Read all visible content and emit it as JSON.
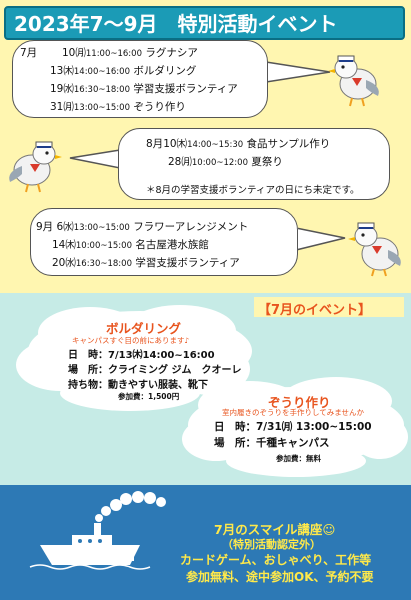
{
  "header": {
    "title": "2023年7～9月　特別活動イベント"
  },
  "july_schedule": {
    "month": "7月",
    "items": [
      {
        "date": "10㈪",
        "time": "11:00~16:00",
        "event": "ラグナシア"
      },
      {
        "date": "13㈭",
        "time": "14:00~16:00",
        "event": "ボルダリング"
      },
      {
        "date": "19㈬",
        "time": "16:30~18:00",
        "event": "学習支援ボランティア"
      },
      {
        "date": "31㈪",
        "time": "13:00~15:00",
        "event": "ぞうり作り"
      }
    ]
  },
  "august_schedule": {
    "month": "8月",
    "items": [
      {
        "date": "10㈭",
        "time": "14:00~15:30",
        "event": "食品サンプル作り"
      },
      {
        "date": "28㈪",
        "time": "10:00~12:00",
        "event": "夏祭り"
      }
    ],
    "note": "＊8月の学習支援ボランティアの日にち未定です。"
  },
  "september_schedule": {
    "month": "9月",
    "items": [
      {
        "date": "6㈬",
        "time": "13:00~15:00",
        "event": "フラワーアレンジメント"
      },
      {
        "date": "14㈭",
        "time": "10:00~15:00",
        "event": "名古屋港水族館"
      },
      {
        "date": "20㈬",
        "time": "16:30~18:00",
        "event": "学習支援ボランティア"
      }
    ]
  },
  "july_events": {
    "heading": "【7月のイベント】",
    "bouldering": {
      "title": "ボルダリング",
      "subtitle": "キャンパスすぐ目の前にあります♪",
      "date_label": "日　時：",
      "date_value": "7/13㈭14:00~16:00",
      "place_label": "場　所：",
      "place_value": "クライミング ジム　クオーレ",
      "items_label": "持ち物：",
      "items_value": "動きやすい服装、靴下",
      "fee": "参加費：1,500円"
    },
    "zouri": {
      "title": "ぞうり作り",
      "subtitle": "室内履きのぞうりを手作りしてみませんか",
      "date_label": "日　時：",
      "date_value": "7/31㈪ 13:00~15:00",
      "place_label": "場　所：",
      "place_value": "千種キャンパス",
      "fee": "参加費：無料"
    }
  },
  "smile_course": {
    "title": "7月のスマイル講座☺",
    "subtitle": "（特別活動認定外）",
    "line1": "カードゲーム、おしゃべり、工作等",
    "line2": "参加無料、途中参加OK、予約不要"
  },
  "colors": {
    "header_bg": "#1b9bb6",
    "accent_orange": "#e8541e",
    "smile_text": "#ffe94a",
    "yellow_bg": "#fff6b0",
    "teal_bg": "#c6ebe6",
    "blue_bg": "#2d79b5"
  }
}
